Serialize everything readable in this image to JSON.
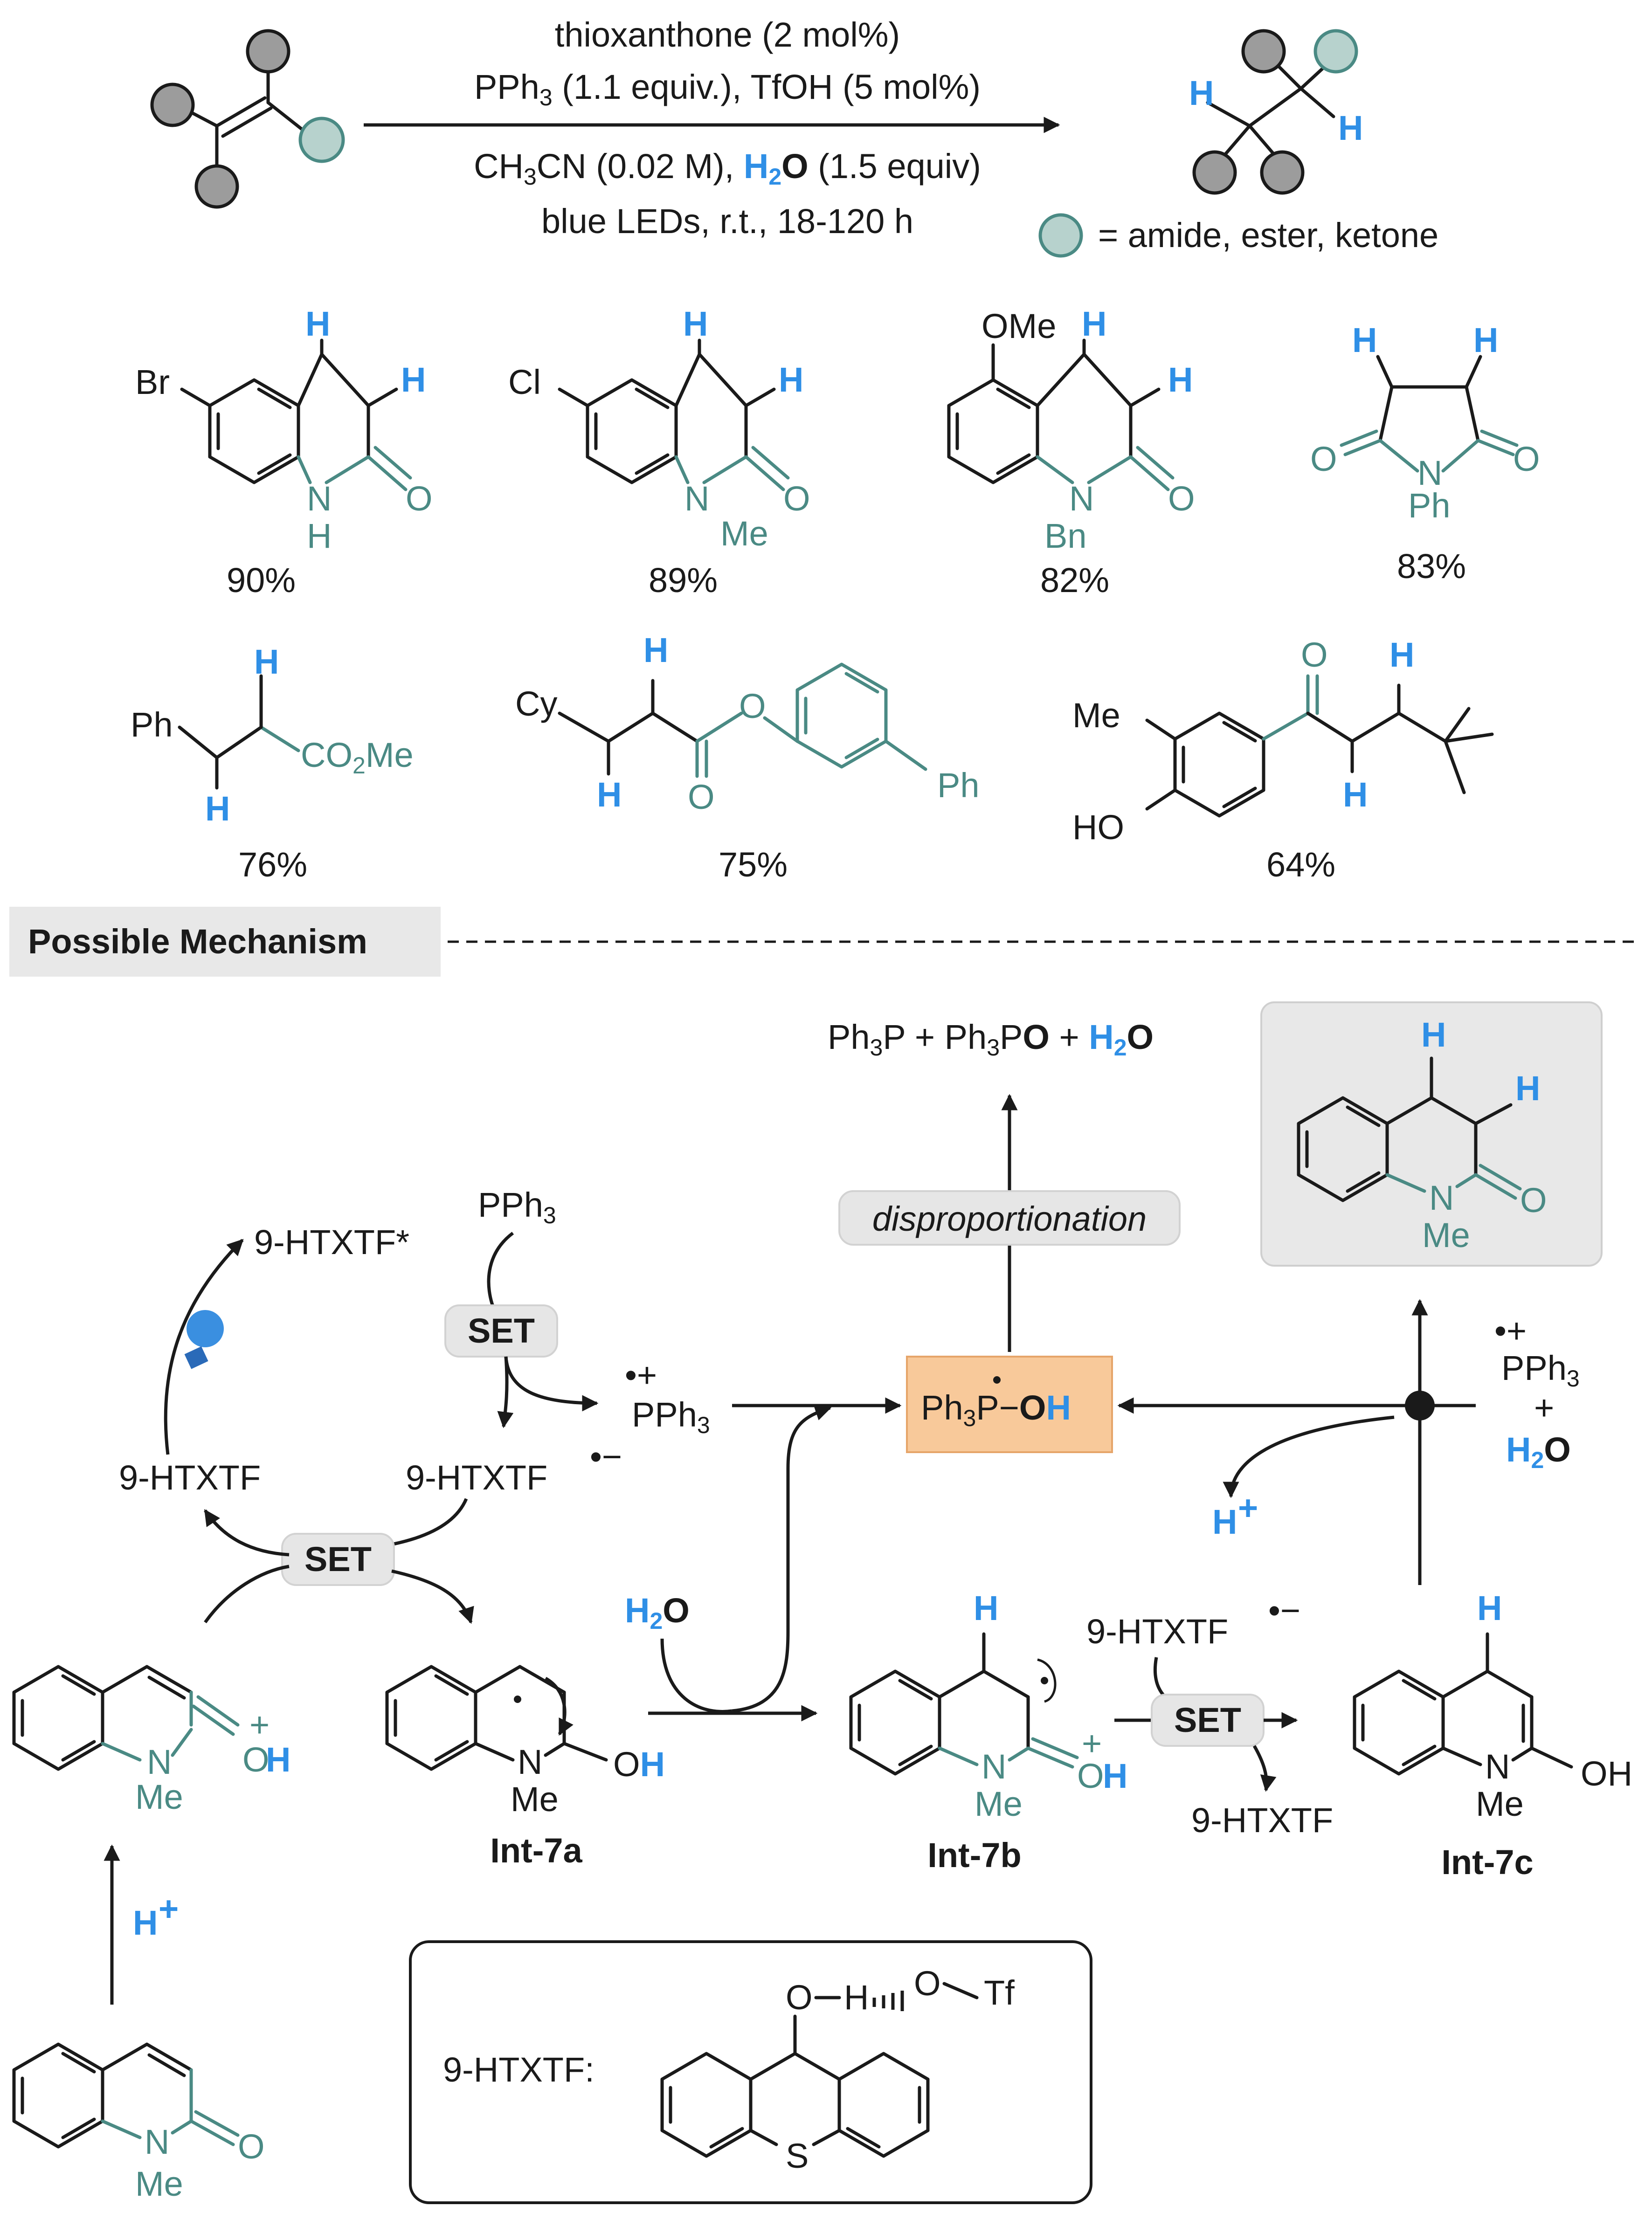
{
  "conditions": {
    "line1": "thioxanthone (2 mol%)",
    "line2a": "PPh",
    "line2b": "3",
    "line2c": " (1.1 equiv.), TfOH (5 mol%)",
    "line3a": "CH",
    "line3b": "3",
    "line3c": "CN (0.02 M), ",
    "line3d": "H",
    "line3e": "2",
    "line3f": "O",
    "line3g": " (1.5 equiv)",
    "line4": "blue LEDs, r.t., 18-120 h"
  },
  "legend": {
    "text": "= amide, ester, ketone"
  },
  "substrates": [
    {
      "yield": "90%",
      "sub": "Br",
      "n_sub": "H"
    },
    {
      "yield": "89%",
      "sub": "Cl",
      "n_sub": "Me"
    },
    {
      "yield": "82%",
      "sub": "OMe",
      "n_sub": "Bn"
    },
    {
      "yield": "83%",
      "n_sub": "Ph"
    },
    {
      "yield": "76%",
      "sub": "Ph",
      "ester": "CO",
      "ester2": "2",
      "ester3": "Me"
    },
    {
      "yield": "75%",
      "sub": "Cy",
      "ar": "Ph"
    },
    {
      "yield": "64%",
      "sub": "Me",
      "oh": "HO"
    }
  ],
  "mechanism": {
    "title": "Possible Mechanism",
    "cat_excited": "9-HTXTF*",
    "cat": "9-HTXTF",
    "cat_radical": "9-HTXTF",
    "pph3": "PPh",
    "set": "SET",
    "disproportionation": "disproportionation",
    "products_top": "Ph",
    "h_plus": "H",
    "h2o": "H",
    "int_a": "Int-7a",
    "int_b": "Int-7b",
    "int_c": "Int-7c",
    "cat_label": "9-HTXTF:",
    "atom_me": "Me",
    "atom_oh": "OH",
    "atom_h": "H",
    "atom_o": "O",
    "atom_n": "N",
    "atom_s": "S",
    "atom_tf": "Tf"
  },
  "colors": {
    "teal": "#4a8a84",
    "blue": "#2f8fe6",
    "highlight": "#f8c99a",
    "box": "#e8e8e8"
  }
}
